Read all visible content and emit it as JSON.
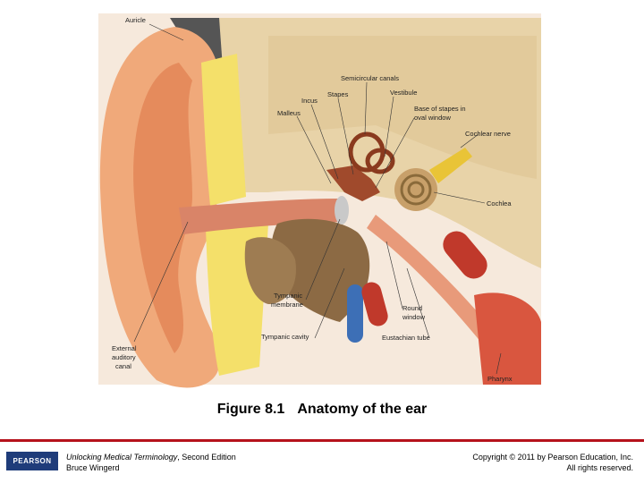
{
  "labels": {
    "auricle": "Auricle",
    "semicircular_canals": "Semicircular canals",
    "stapes": "Stapes",
    "vestibule": "Vestibule",
    "incus": "Incus",
    "malleus": "Malleus",
    "base_of_stapes_1": "Base of stapes in",
    "base_of_stapes_2": "oval window",
    "cochlear_nerve": "Cochlear nerve",
    "cochlea": "Cochlea",
    "tympanic_membrane_1": "Tympanic",
    "tympanic_membrane_2": "membrane",
    "round_window_1": "Round",
    "round_window_2": "window",
    "tympanic_cavity": "Tympanic cavity",
    "eustachian_tube": "Eustachian tube",
    "external_canal_1": "External",
    "external_canal_2": "auditory",
    "external_canal_3": "canal",
    "pharynx": "Pharynx"
  },
  "caption": {
    "number": "Figure 8.1",
    "title": "Anatomy of the ear"
  },
  "footer": {
    "logo_text": "PEARSON",
    "book_title": "Unlocking Medical Terminology",
    "book_edition": ", Second Edition",
    "author": "Bruce Wingerd",
    "copyright": "Copyright © 2011 by Pearson Education, Inc.",
    "rights": "All rights reserved."
  },
  "colors": {
    "accent_rule": "#b5121b",
    "logo_bg": "#1f3c7a"
  }
}
